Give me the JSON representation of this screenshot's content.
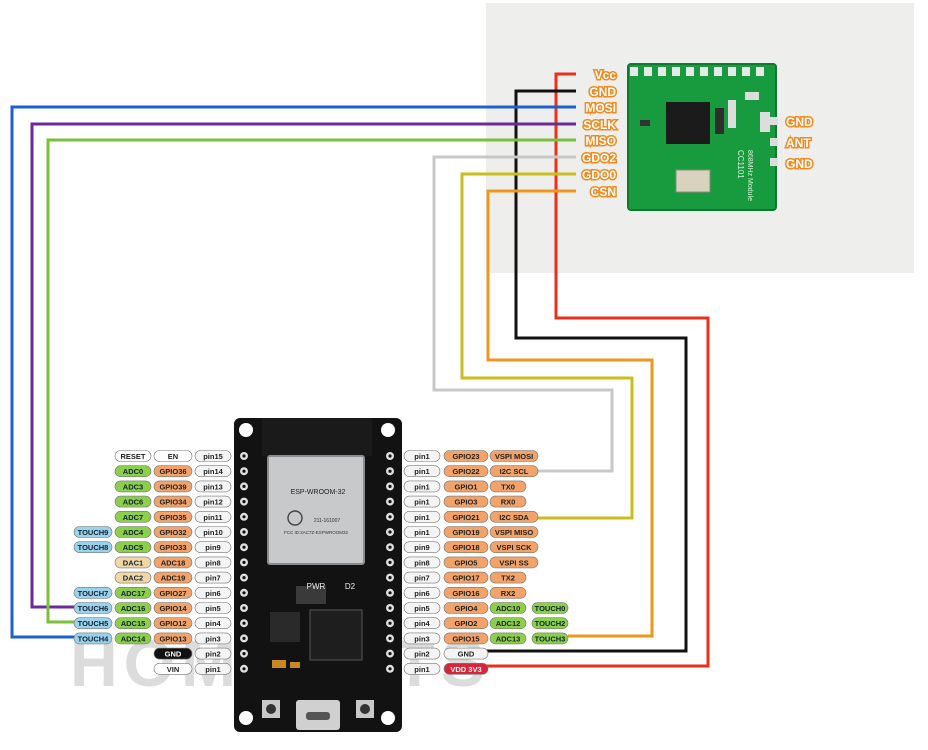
{
  "module": {
    "pins": [
      {
        "label": "Vcc",
        "color": "#e8301c"
      },
      {
        "label": "GND",
        "color": "#111111"
      },
      {
        "label": "MOSI",
        "color": "#1f5fd6"
      },
      {
        "label": "SCLK",
        "color": "#6a2a9c"
      },
      {
        "label": "MISO",
        "color": "#7bbf3a"
      },
      {
        "label": "GDO2",
        "color": "#c8c8c8"
      },
      {
        "label": "GDO0",
        "color": "#c8be1e"
      },
      {
        "label": "CSN",
        "color": "#f0961e"
      }
    ],
    "right_pins": [
      "GND",
      "ANT",
      "GND"
    ],
    "board_text": [
      "CC1101",
      "868MHz Module"
    ]
  },
  "esp32": {
    "chip_label": "ESP-WROOM-32",
    "chip_codes": [
      "211-161007",
      "FCC ID:2AC7Z-ESPWROOM32"
    ],
    "left_rows": [
      {
        "touch": "",
        "adc": "RESET",
        "gpio": "EN",
        "pin": "pin15"
      },
      {
        "touch": "",
        "adc": "ADC0",
        "gpio": "GPIO36",
        "pin": "pin14"
      },
      {
        "touch": "",
        "adc": "ADC3",
        "gpio": "GPIO39",
        "pin": "pin13"
      },
      {
        "touch": "",
        "adc": "ADC6",
        "gpio": "GPIO34",
        "pin": "pin12"
      },
      {
        "touch": "",
        "adc": "ADC7",
        "gpio": "GPIO35",
        "pin": "pin11"
      },
      {
        "touch": "TOUCH9",
        "adc": "ADC4",
        "gpio": "GPIO32",
        "pin": "pin10"
      },
      {
        "touch": "TOUCH8",
        "adc": "ADC5",
        "gpio": "GPIO33",
        "pin": "pin9"
      },
      {
        "touch": "",
        "adc": "DAC1",
        "gpio": "ADC18",
        "pin": "pin8"
      },
      {
        "touch": "",
        "adc": "DAC2",
        "gpio": "ADC19",
        "pin": "pin7"
      },
      {
        "touch": "TOUCH7",
        "adc": "ADC17",
        "gpio": "GPIO27",
        "pin": "pin6"
      },
      {
        "touch": "TOUCH6",
        "adc": "ADC16",
        "gpio": "GPIO14",
        "pin": "pin5"
      },
      {
        "touch": "TOUCH5",
        "adc": "ADC15",
        "gpio": "GPIO12",
        "pin": "pin4"
      },
      {
        "touch": "TOUCH4",
        "adc": "ADC14",
        "gpio": "GPIO13",
        "pin": "pin3"
      },
      {
        "touch": "",
        "adc": "",
        "gpio": "GND",
        "pin": "pin2"
      },
      {
        "touch": "",
        "adc": "",
        "gpio": "VIN",
        "pin": "pin1"
      }
    ],
    "right_rows": [
      {
        "pin": "pin1",
        "gpio": "GPIO23",
        "func": "VSPI MOSI",
        "extra": ""
      },
      {
        "pin": "pin1",
        "gpio": "GPIO22",
        "func": "I2C SCL",
        "extra": ""
      },
      {
        "pin": "pin1",
        "gpio": "GPIO1",
        "func": "TX0",
        "extra": ""
      },
      {
        "pin": "pin1",
        "gpio": "GPIO3",
        "func": "RX0",
        "extra": ""
      },
      {
        "pin": "pin1",
        "gpio": "GPIO21",
        "func": "I2C SDA",
        "extra": ""
      },
      {
        "pin": "pin1",
        "gpio": "GPIO19",
        "func": "VSPI MISO",
        "extra": ""
      },
      {
        "pin": "pin9",
        "gpio": "GPIO18",
        "func": "VSPI SCK",
        "extra": ""
      },
      {
        "pin": "pin8",
        "gpio": "GPIO5",
        "func": "VSPI SS",
        "extra": ""
      },
      {
        "pin": "pin7",
        "gpio": "GPIO17",
        "func": "TX2",
        "extra": ""
      },
      {
        "pin": "pin6",
        "gpio": "GPIO16",
        "func": "RX2",
        "extra": ""
      },
      {
        "pin": "pin5",
        "gpio": "GPIO4",
        "func": "ADC10",
        "extra": "TOUCH0"
      },
      {
        "pin": "pin4",
        "gpio": "GPIO2",
        "func": "ADC12",
        "extra": "TOUCH2"
      },
      {
        "pin": "pin3",
        "gpio": "GPIO15",
        "func": "ADC13",
        "extra": "TOUCH3"
      },
      {
        "pin": "pin2",
        "gpio": "GND",
        "func": "",
        "extra": ""
      },
      {
        "pin": "pin1",
        "gpio": "VDD 3V3",
        "func": "",
        "extra": ""
      }
    ],
    "silk_labels": [
      "PWR",
      "D2"
    ]
  },
  "watermark": "HOMPARTS"
}
